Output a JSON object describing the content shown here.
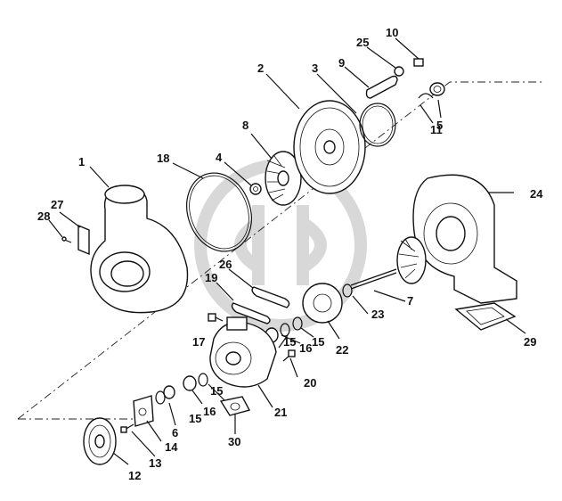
{
  "callouts": [
    {
      "id": "c1",
      "text": "1"
    },
    {
      "id": "c2",
      "text": "2"
    },
    {
      "id": "c3",
      "text": "3"
    },
    {
      "id": "c4",
      "text": "4"
    },
    {
      "id": "c5",
      "text": "5"
    },
    {
      "id": "c6",
      "text": "6"
    },
    {
      "id": "c7",
      "text": "7"
    },
    {
      "id": "c8",
      "text": "8"
    },
    {
      "id": "c9",
      "text": "9"
    },
    {
      "id": "c10",
      "text": "10"
    },
    {
      "id": "c11",
      "text": "11"
    },
    {
      "id": "c12",
      "text": "12"
    },
    {
      "id": "c13",
      "text": "13"
    },
    {
      "id": "c14",
      "text": "14"
    },
    {
      "id": "c15a",
      "text": "15"
    },
    {
      "id": "c15b",
      "text": "15"
    },
    {
      "id": "c15c",
      "text": "15"
    },
    {
      "id": "c15d",
      "text": "15"
    },
    {
      "id": "c16a",
      "text": "16"
    },
    {
      "id": "c16b",
      "text": "16"
    },
    {
      "id": "c17",
      "text": "17"
    },
    {
      "id": "c18",
      "text": "18"
    },
    {
      "id": "c19",
      "text": "19"
    },
    {
      "id": "c20",
      "text": "20"
    },
    {
      "id": "c21",
      "text": "21"
    },
    {
      "id": "c22",
      "text": "22"
    },
    {
      "id": "c23",
      "text": "23"
    },
    {
      "id": "c24",
      "text": "24"
    },
    {
      "id": "c25",
      "text": "25"
    },
    {
      "id": "c26",
      "text": "26"
    },
    {
      "id": "c27",
      "text": "27"
    },
    {
      "id": "c28",
      "text": "28"
    },
    {
      "id": "c29",
      "text": "29"
    },
    {
      "id": "c30",
      "text": "30"
    }
  ]
}
